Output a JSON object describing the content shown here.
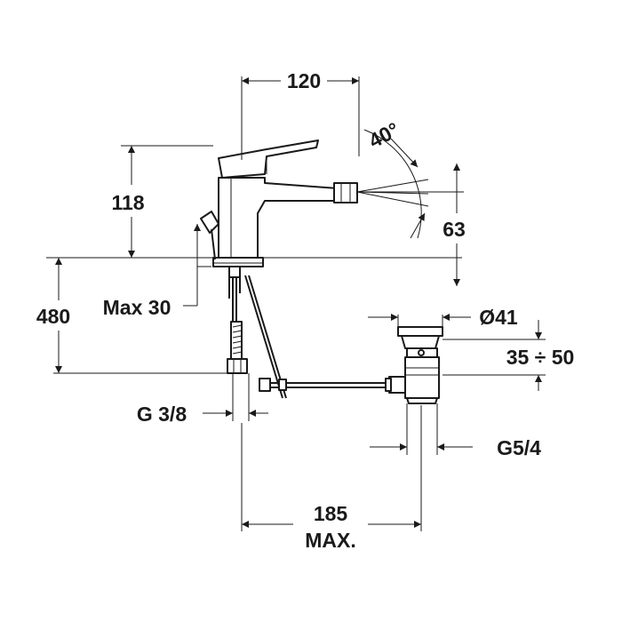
{
  "dimensions": {
    "width_top": "120",
    "angle": "40°",
    "height_spout": "118",
    "height_jet": "63",
    "max_deck": "Max 30",
    "total_height": "480",
    "outlet_diameter": "Ø41",
    "plug_range": "35 ÷ 50",
    "inlet_thread": "G 3/8",
    "waste_thread": "G5/4",
    "max_distance": "185",
    "max_distance_suffix": "MAX."
  }
}
